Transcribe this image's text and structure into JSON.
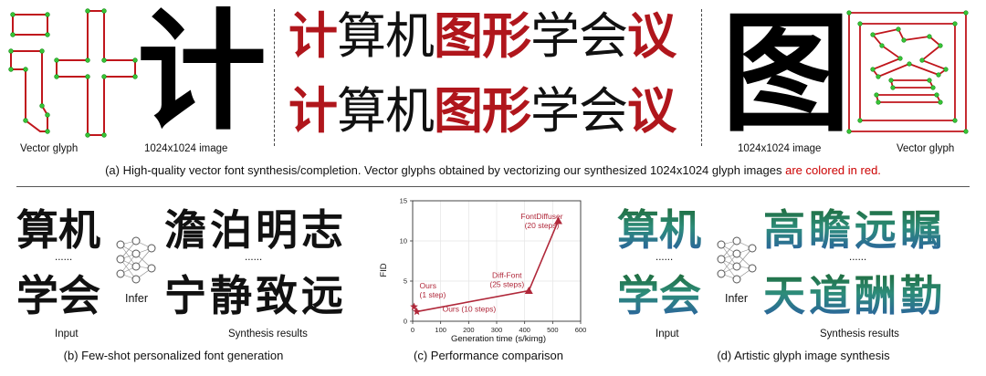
{
  "part_a": {
    "vector_label_left": "Vector glyph",
    "image_label_left": "1024x1024 image",
    "image_label_right": "1024x1024 image",
    "vector_label_right": "Vector glyph",
    "glyph_left_char": "计",
    "glyph_right_char": "图",
    "line1": [
      {
        "text": "计",
        "color": "#b0161c"
      },
      {
        "text": "算机",
        "color": "#111111"
      },
      {
        "text": "图形",
        "color": "#b0161c"
      },
      {
        "text": "学会",
        "color": "#111111"
      },
      {
        "text": "议",
        "color": "#b0161c"
      }
    ],
    "line2": [
      {
        "text": "计",
        "color": "#b0161c"
      },
      {
        "text": "算机",
        "color": "#111111"
      },
      {
        "text": "图",
        "color": "#b0161c"
      },
      {
        "text": "形",
        "color": "#b0161c"
      },
      {
        "text": "学会",
        "color": "#111111"
      },
      {
        "text": "议",
        "color": "#b0161c"
      }
    ],
    "caption_main": "(a) High-quality vector font synthesis/completion. Vector glyphs obtained by vectorizing our synthesized 1024x1024 glyph images ",
    "caption_red": "are colored in red."
  },
  "part_b": {
    "input_chars": [
      "算",
      "机",
      "学",
      "会"
    ],
    "output_chars": [
      "澹",
      "泊",
      "明",
      "志",
      "宁",
      "静",
      "致",
      "远"
    ],
    "dots": "......",
    "infer": "Infer",
    "input_label": "Input",
    "results_label": "Synthesis results",
    "caption": "(b) Few-shot personalized font generation"
  },
  "part_c": {
    "caption": "(c) Performance comparison",
    "chart_data": {
      "type": "line",
      "xlabel": "Generation time (s/kimg)",
      "ylabel": "FID",
      "xlim": [
        0,
        600
      ],
      "ylim": [
        0,
        15
      ],
      "xticks": [
        "0",
        "100",
        "200",
        "300",
        "400",
        "500",
        "600"
      ],
      "yticks": [
        "0",
        "5",
        "10",
        "15"
      ],
      "line_color": "#b0283a",
      "points": [
        {
          "label": "Ours (10 steps)",
          "x": 15,
          "y": 1.2,
          "marker": "star"
        },
        {
          "label": "Ours (1 step)",
          "x": 5,
          "y": 1.8,
          "marker": "star"
        },
        {
          "label": "Diff-Font (25 steps)",
          "x": 415,
          "y": 3.8,
          "marker": "triangle"
        },
        {
          "label": "FontDiffuser (20 steps)",
          "x": 520,
          "y": 12.5,
          "marker": "triangle"
        }
      ],
      "labels": [
        {
          "lines": [
            "FontDiffuser",
            "(20 steps)"
          ]
        },
        {
          "lines": [
            "Diff-Font",
            "(25 steps)"
          ]
        },
        {
          "lines": [
            "Ours",
            "(1 step)"
          ]
        },
        {
          "lines": [
            "Ours (10 steps)"
          ]
        }
      ]
    }
  },
  "part_d": {
    "input_chars": [
      "算",
      "机",
      "学",
      "会"
    ],
    "output_chars": [
      "高",
      "瞻",
      "远",
      "瞩",
      "天",
      "道",
      "酬",
      "勤"
    ],
    "dots": "......",
    "infer": "Infer",
    "input_label": "Input",
    "results_label": "Synthesis results",
    "caption": "(d) Artistic glyph image synthesis"
  }
}
